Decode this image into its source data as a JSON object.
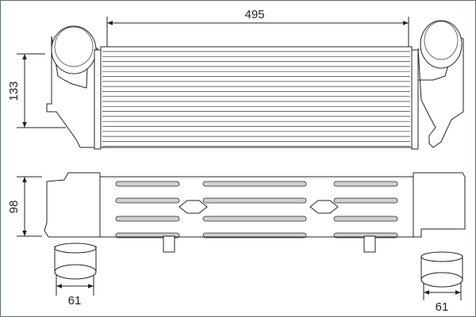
{
  "dimensions": {
    "length": "495",
    "height": "133",
    "depth": "98",
    "inlet_diameter": "61",
    "outlet_diameter": "61"
  }
}
